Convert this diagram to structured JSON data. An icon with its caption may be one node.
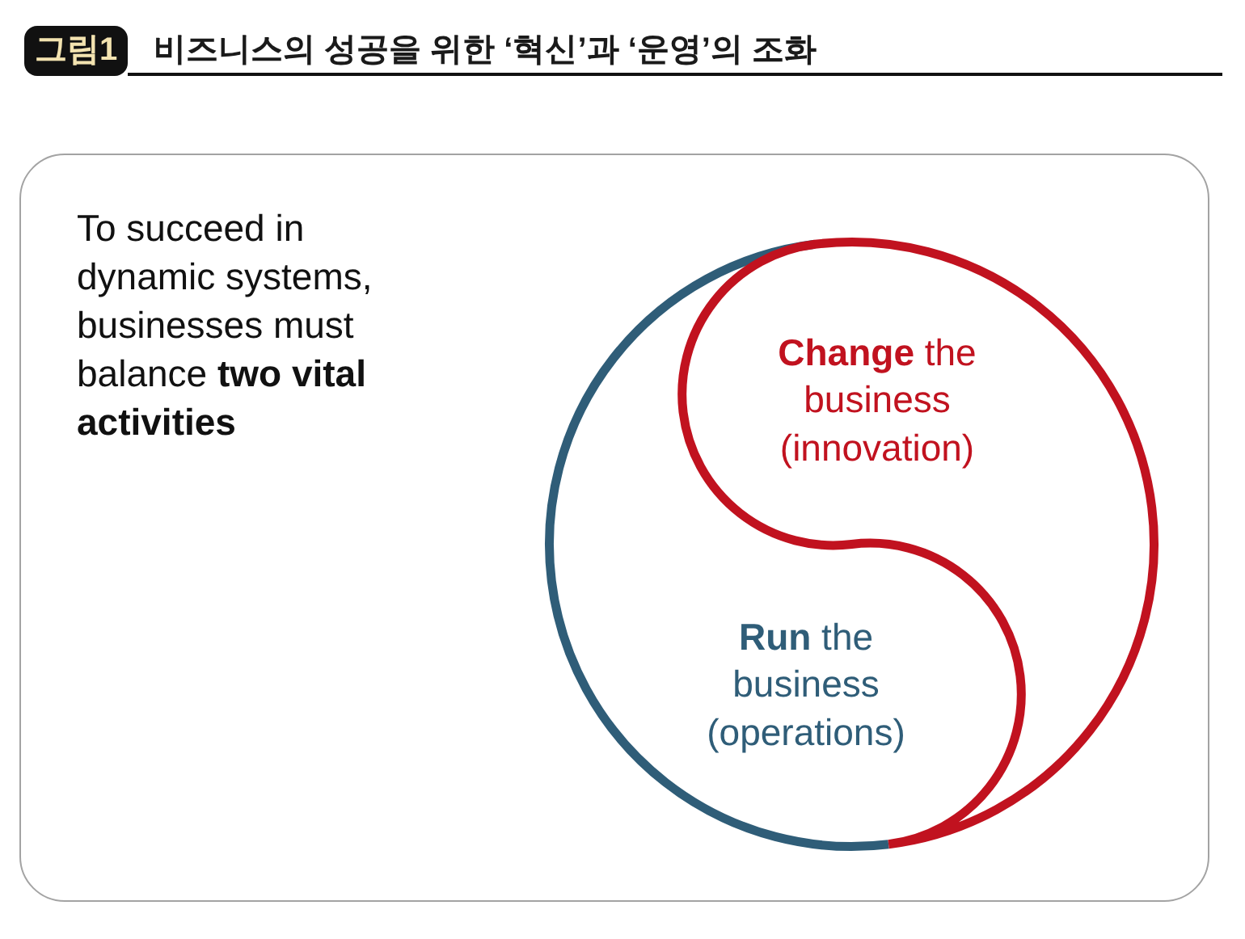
{
  "diagram": {
    "title": "비즈니스의 성공을 위한 ‘혁신’과 ‘운영’의 조화",
    "nodes": [
      {
        "text": [
          "To succeed in dynamic systems, businesses must balance **two vital activities**"
        ]
      },
      {
        "text": [
          "**Change** the business (innovation)"
        ],
        "in": 0
      },
      {
        "text": [
          "**Run** the business (operations)"
        ],
        "in": 0
      }
    ],
    "labels": [
      "그림1"
    ]
  }
}
